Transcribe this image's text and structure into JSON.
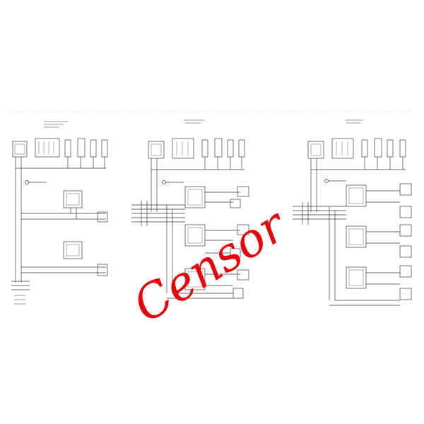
{
  "watermark": {
    "text": "Censor",
    "color": "#e8000b"
  },
  "diagram": {
    "line_color": "#3a3a3a",
    "sections": [
      {
        "id": "left"
      },
      {
        "id": "center"
      },
      {
        "id": "right"
      }
    ]
  }
}
